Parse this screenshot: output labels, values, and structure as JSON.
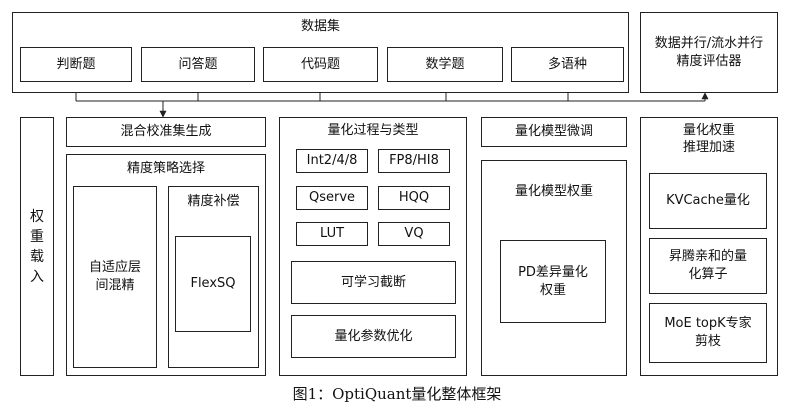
{
  "dataset": {
    "title": "数据集",
    "items": [
      "判断题",
      "问答题",
      "代码题",
      "数学题",
      "多语种"
    ]
  },
  "parallel": {
    "label": "数据并行/流水并行\n精度评估器"
  },
  "weight_loading": {
    "chars": [
      "权",
      "重",
      "载",
      "入"
    ]
  },
  "calib": {
    "label": "混合校准集生成"
  },
  "precision_strategy": {
    "title": "精度策略选择",
    "adaptive": "自适应层\n间混精",
    "compensation_title": "精度补偿",
    "flexsq": "FlexSQ"
  },
  "quant_process": {
    "title": "量化过程与类型",
    "types": [
      "Int2/4/8",
      "FP8/HI8",
      "Qserve",
      "HQQ",
      "LUT",
      "VQ"
    ],
    "learnable_trunc": "可学习截断",
    "param_opt": "量化参数优化"
  },
  "finetune": {
    "label": "量化模型微调"
  },
  "model_weight": {
    "title": "量化模型权重",
    "pd": "PD差异量化\n权重"
  },
  "inference": {
    "title": "量化权重\n推理加速",
    "items": [
      "KVCache量化",
      "昇腾亲和的量\n化算子",
      "MoE topK专家\n剪枝"
    ]
  },
  "caption": "图1：OptiQuant量化整体框架"
}
